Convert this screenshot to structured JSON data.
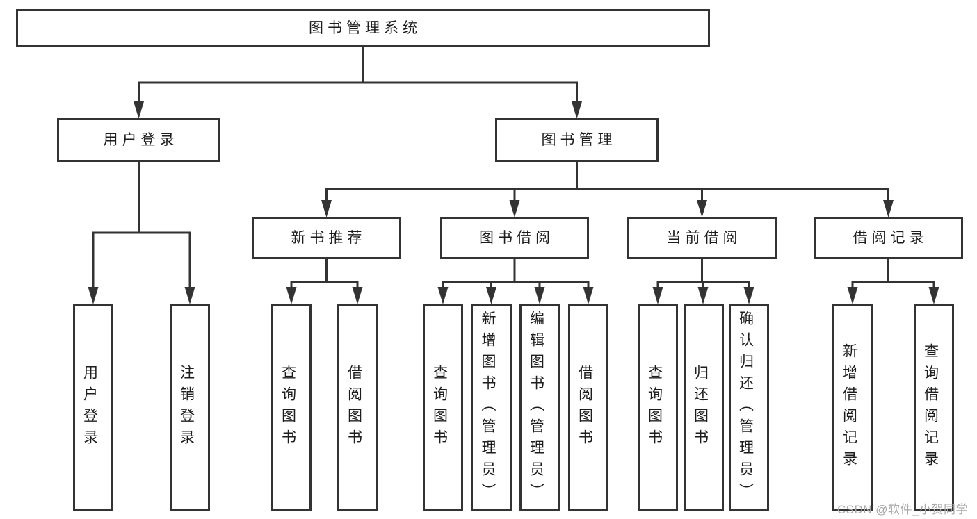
{
  "colors": {
    "line": "#333333",
    "text": "#1d1d1d",
    "background": "#ffffff",
    "watermark": "#a9a9a9"
  },
  "nodes": {
    "root": "图书管理系统",
    "user_login": {
      "label": "用户登录",
      "children": {
        "login": "用户登录",
        "logout": "注销登录"
      }
    },
    "book_management": {
      "label": "图书管理"
    },
    "new_book_recommendation": {
      "label": "新书推荐",
      "children": {
        "query_books": "查询图书",
        "borrow_books": "借阅图书"
      }
    },
    "book_borrowing": {
      "label": "图书借阅",
      "children": {
        "query_books": "查询图书",
        "add_books_admin": "新增图书（管理员）",
        "edit_books_admin": "编辑图书（管理员）",
        "borrow_books": "借阅图书"
      }
    },
    "current_borrowing": {
      "label": "当前借阅",
      "children": {
        "query_books": "查询图书",
        "return_books": "归还图书",
        "confirm_return_admin": "确认归还（管理员）"
      }
    },
    "borrowing_records": {
      "label": "借阅记录",
      "children": {
        "add_record": "新增借阅记录",
        "query_record": "查询借阅记录"
      }
    }
  },
  "watermark": "CSDN @软件_小贺同学"
}
